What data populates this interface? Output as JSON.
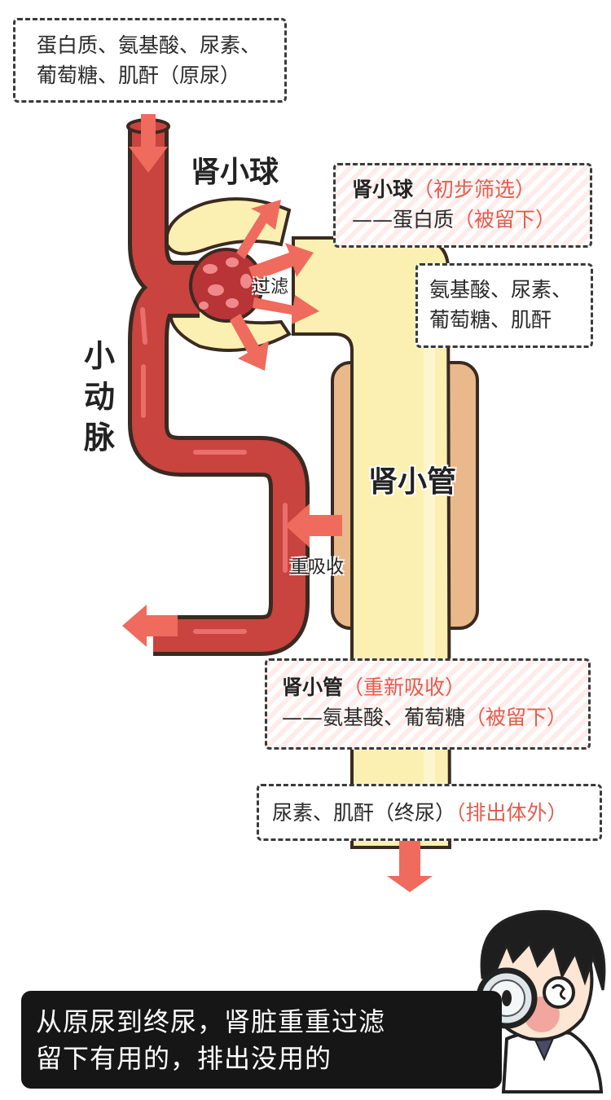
{
  "colors": {
    "artery": "#c9433f",
    "artery_highlight": "#ea6f6c",
    "tubule": "#fbf0b2",
    "tubule_sleeve": "#e9b98b",
    "arrow": "#ee6b5e",
    "accent_text": "#e45c4e"
  },
  "top_box": {
    "line1": "蛋白质、氨基酸、尿素、",
    "line2": "葡萄糖、肌酐（原尿）"
  },
  "labels": {
    "glomerulus": "肾小球",
    "arteriole": [
      "小",
      "动",
      "脉"
    ],
    "filter": "过滤",
    "tubule": "肾小管",
    "reabsorb": "重吸收"
  },
  "glomerulus_box": {
    "title": "肾小球",
    "title_note": "（初步筛选）",
    "line2_main": "——蛋白质",
    "line2_note": "（被留下）"
  },
  "filtered_box": {
    "line1": "氨基酸、尿素、",
    "line2": "葡萄糖、肌酐"
  },
  "tubule_box": {
    "title": "肾小管",
    "title_note": "（重新吸收）",
    "line2_main": "——氨基酸、葡萄糖",
    "line2_note": "（被留下）"
  },
  "urine_box": {
    "main": "尿素、肌酐（终尿）",
    "note": "（排出体外）"
  },
  "caption": {
    "line1": "从原尿到终尿，肾脏重重过滤",
    "line2": "留下有用的，排出没用的"
  },
  "icons": [
    "down-arrow-icon",
    "left-arrow-icon",
    "doctor-magnifier-icon"
  ]
}
